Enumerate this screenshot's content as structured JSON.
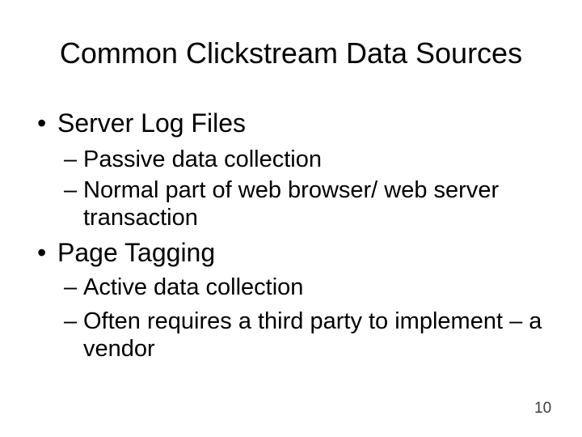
{
  "slide": {
    "title": "Common Clickstream Data Sources",
    "markers": {
      "level1": "•",
      "level2": "–"
    },
    "bullets": [
      {
        "label": "Server Log Files",
        "sub": [
          "Passive data collection",
          "Normal part of web browser/ web server transaction"
        ]
      },
      {
        "label": "Page Tagging",
        "sub": [
          "Active data collection",
          "Often requires a third party to implement – a vendor"
        ]
      }
    ],
    "page_number": "10",
    "colors": {
      "background": "#ffffff",
      "text": "#000000",
      "page_number": "#3c3c3c"
    }
  }
}
